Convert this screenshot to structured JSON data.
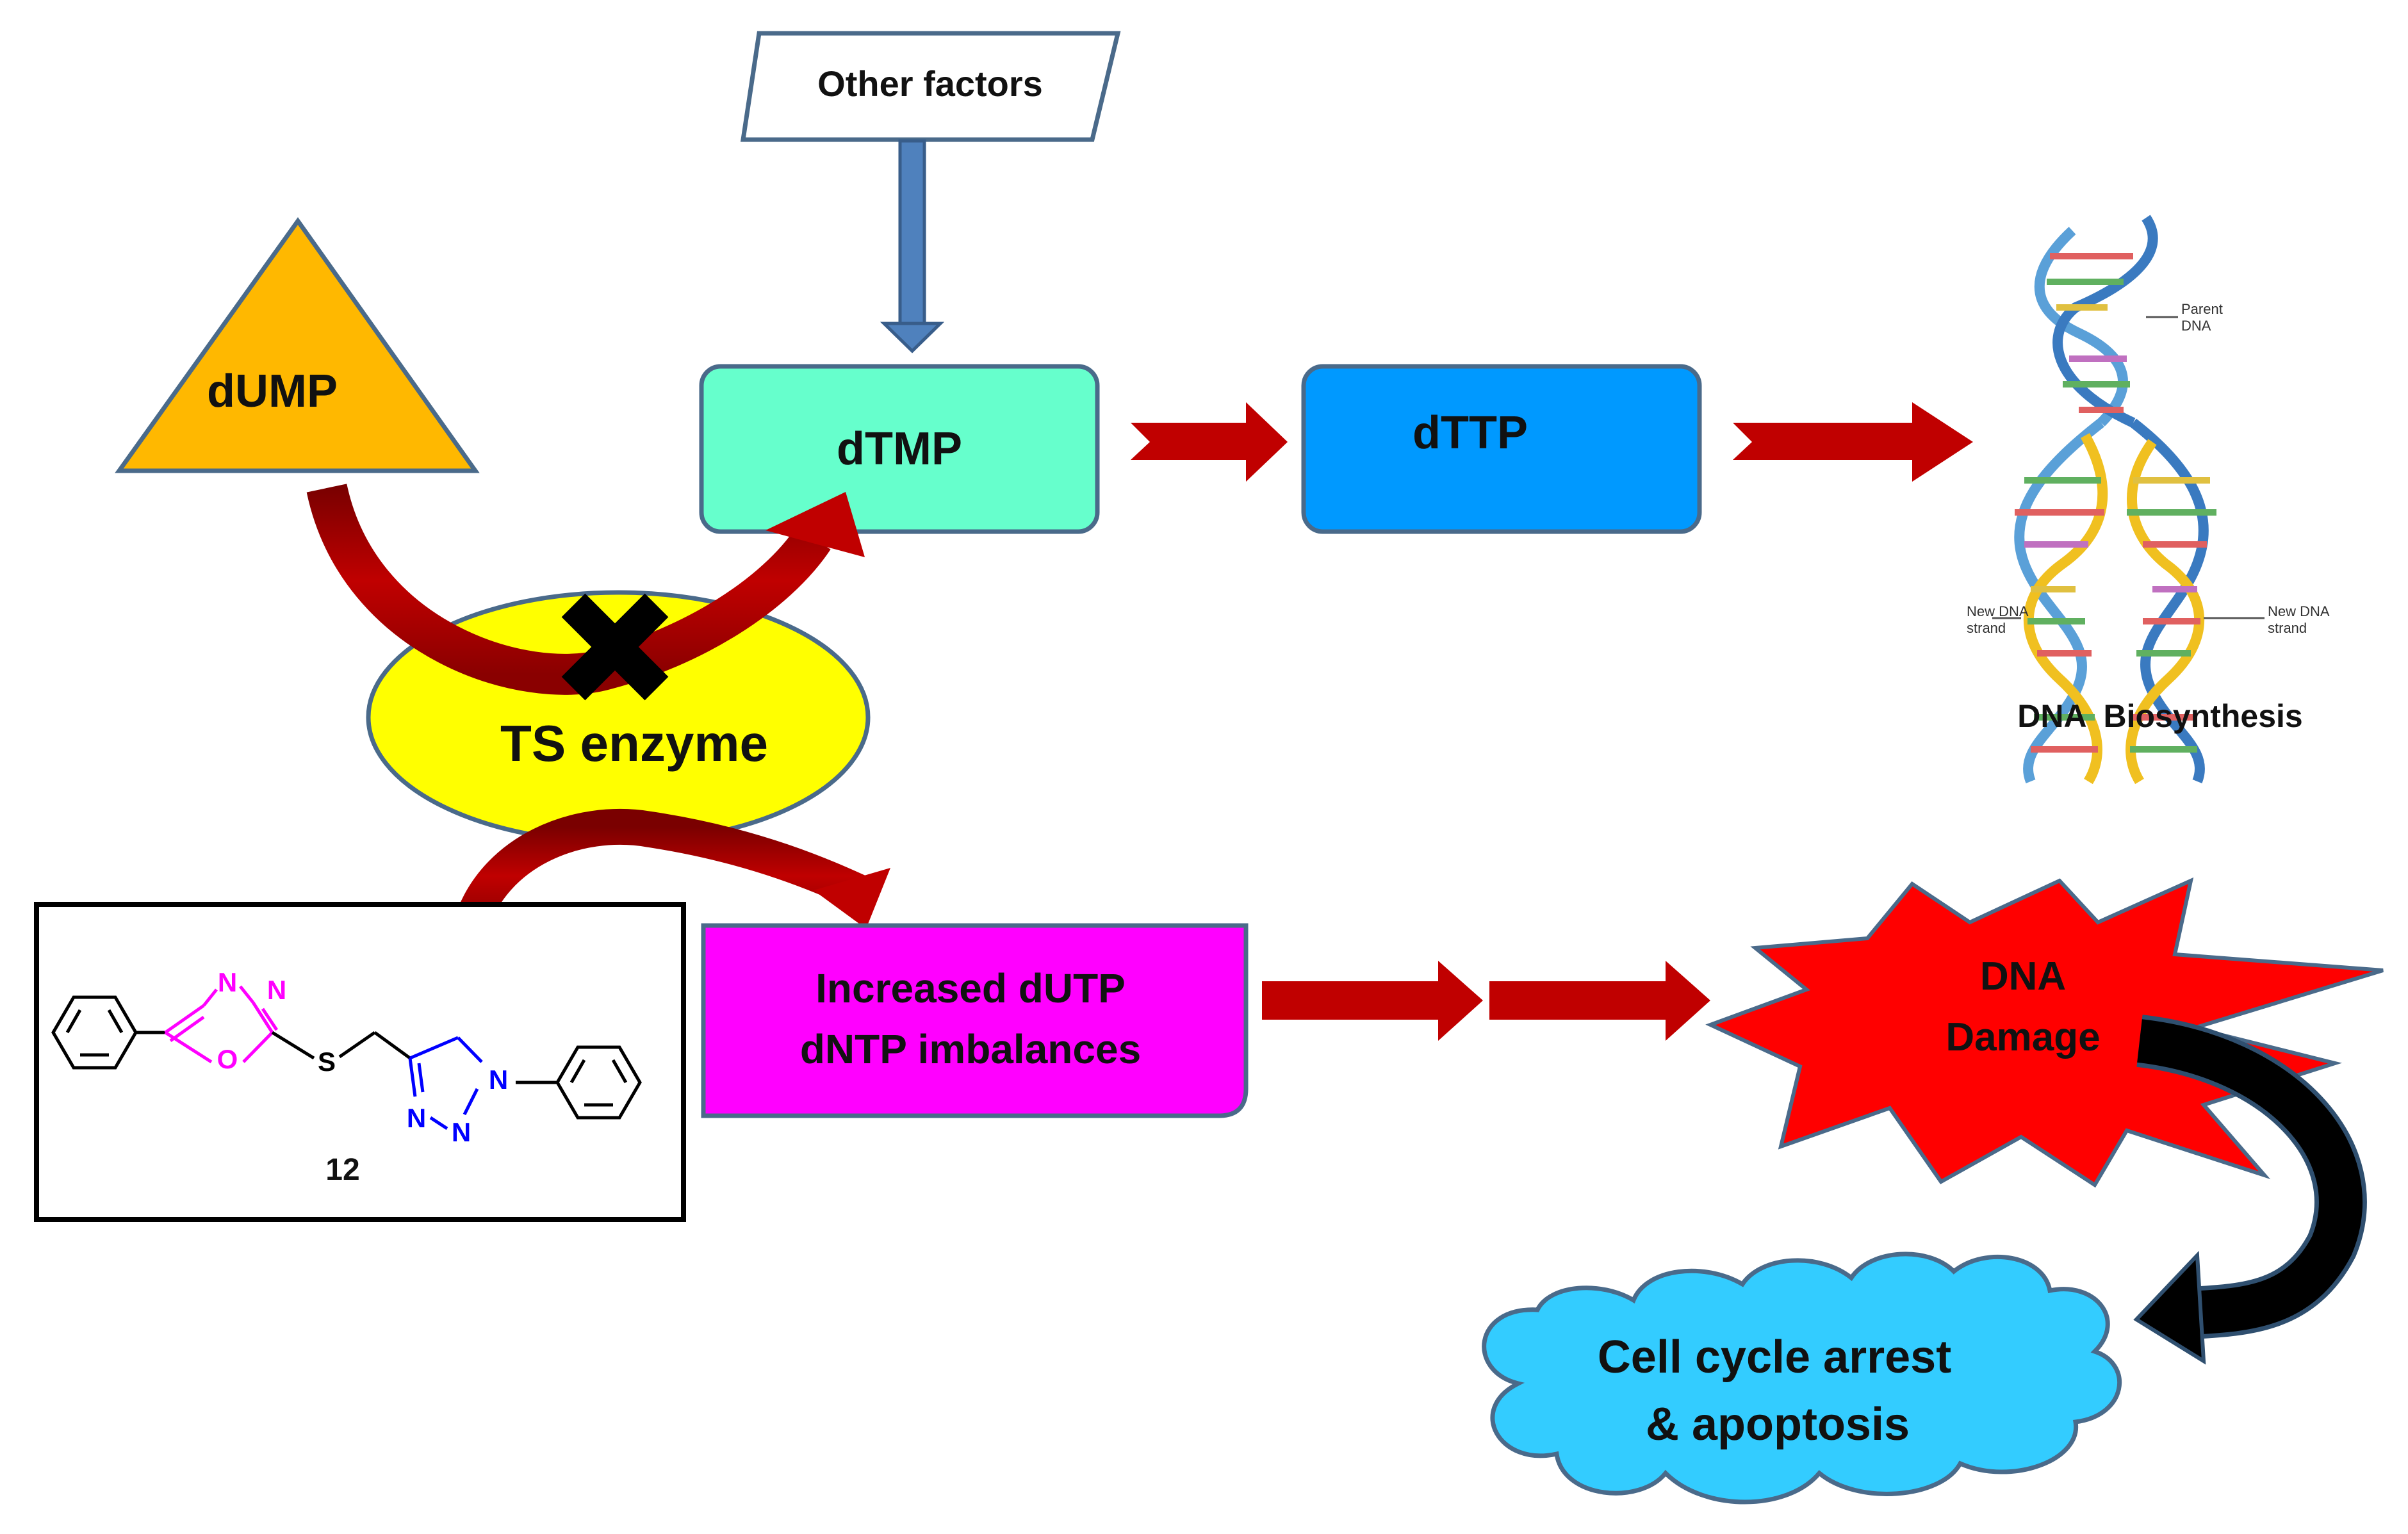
{
  "nodes": {
    "other_factors": "Other factors",
    "dump": "dUMP",
    "dtmp": "dTMP",
    "dttp": "dTTP",
    "ts_enzyme": "TS enzyme",
    "increased_line1": "Increased dUTP",
    "increased_line2": "dNTP imbalances",
    "dna_damage_line1": "DNA",
    "dna_damage_line2": "Damage",
    "cell_cycle_line1": "Cell cycle arrest",
    "cell_cycle_line2": "& apoptosis",
    "dna_biosynthesis": "DNA  Biosynthesis"
  },
  "compound": {
    "number": "12",
    "atoms": {
      "n_ox_1": "N",
      "n_ox_2": "N",
      "o_ox": "O",
      "s": "S",
      "n_tr_1": "N",
      "n_tr_2": "N",
      "n_tr_3": "N"
    }
  },
  "dna_image": {
    "parent_label_1": "Parent",
    "parent_label_2": "DNA",
    "new_strand_left_1": "New DNA",
    "new_strand_left_2": "strand",
    "new_strand_right_1": "New DNA",
    "new_strand_right_2": "strand"
  },
  "colors": {
    "dump_fill": "#FFB800",
    "dtmp_fill": "#66FFCC",
    "dttp_fill": "#0099FF",
    "ts_fill": "#FFFF00",
    "increased_fill": "#FF00FF",
    "damage_fill": "#FF0000",
    "cloud_fill": "#33CCFF",
    "arrow_red": "#C00000",
    "arrow_blue": "#4F81BD",
    "oxadiazole": "#FF00FF",
    "triazole": "#0000FF"
  }
}
